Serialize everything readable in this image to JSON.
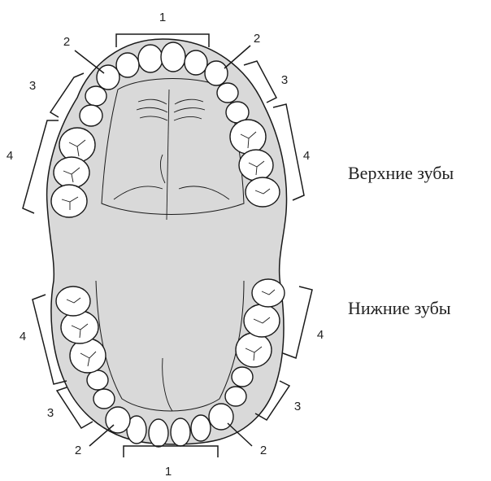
{
  "captions": {
    "upper": "Верхние зубы",
    "lower": "Нижние зубы"
  },
  "labels": {
    "upper": {
      "incisors": "1",
      "canine_left": "2",
      "canine_right": "2",
      "premolars_left": "3",
      "premolars_right": "3",
      "molars_left": "4",
      "molars_right": "4"
    },
    "lower": {
      "incisors": "1",
      "canine_left": "2",
      "canine_right": "2",
      "premolars_left": "3",
      "premolars_right": "3",
      "molars_left": "4",
      "molars_right": "4"
    }
  },
  "colors": {
    "palate_fill": "#d9d9d9",
    "tooth_fill": "#ffffff",
    "stroke": "#1a1a1a"
  }
}
